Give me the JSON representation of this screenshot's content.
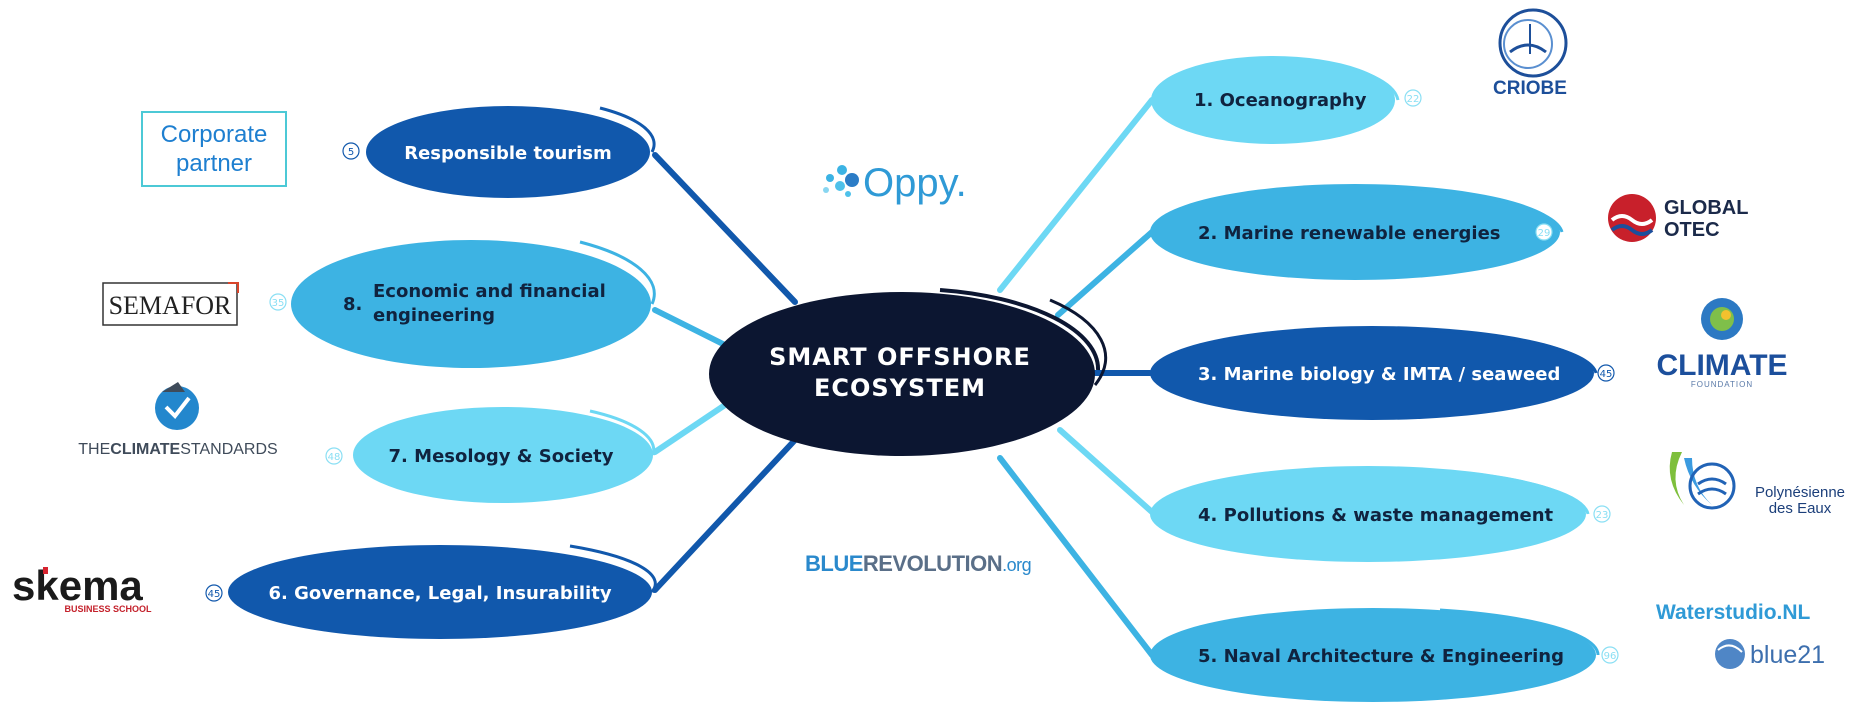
{
  "center": {
    "line1": "SMART OFFSHORE",
    "line2": "ECOSYSTEM"
  },
  "nodes": [
    {
      "id": "oceanography",
      "label": "1.  Oceanography",
      "badge": "22"
    },
    {
      "id": "marine-renewable",
      "label": "2.  Marine renewable energies",
      "badge": "29"
    },
    {
      "id": "marine-biology",
      "label": "3.  Marine biology & IMTA / seaweed",
      "badge": "45"
    },
    {
      "id": "pollutions",
      "label": "4.  Pollutions & waste management",
      "badge": "23"
    },
    {
      "id": "naval",
      "label": "5.  Naval Architecture & Engineering",
      "badge": "96"
    },
    {
      "id": "governance",
      "label": "6.  Governance, Legal, Insurability",
      "badge": "45"
    },
    {
      "id": "mesology",
      "label": "7.  Mesology & Society",
      "badge": "48"
    },
    {
      "id": "economic",
      "number": "8.",
      "line1": "Economic and financial",
      "line2": "engineering",
      "badge": "35"
    },
    {
      "id": "tourism",
      "label": "Responsible tourism",
      "badge": "5"
    }
  ],
  "corporate_partner": "Corporate\npartner",
  "logos": {
    "criobe": "CRIOBE",
    "global_otec": {
      "line1": "GLOBAL",
      "line2": "OTEC"
    },
    "climate": {
      "line1": "CLIMATE",
      "line2": "FOUNDATION"
    },
    "polynesienne": {
      "line1": "Polynésienne",
      "line2": "des Eaux"
    },
    "waterstudio": "Waterstudio.NL",
    "blue21": "blue21",
    "oppy": "Oppy.",
    "bluerevolution": {
      "blue": "BLUE",
      "rev": "REVOLUTION",
      "org": ".org"
    },
    "semafor": "SEMAFOR",
    "climate_standards": {
      "pre": "THE",
      "bold": "CLIMATE",
      "post": "STANDARDS"
    },
    "skema": {
      "name": "skema",
      "sub": "BUSINESS SCHOOL"
    }
  },
  "colors": {
    "dark_blue": "#1158ac",
    "mid_blue": "#3db3e3",
    "light_blue": "#6dd8f4",
    "navy": "#0c1631"
  }
}
